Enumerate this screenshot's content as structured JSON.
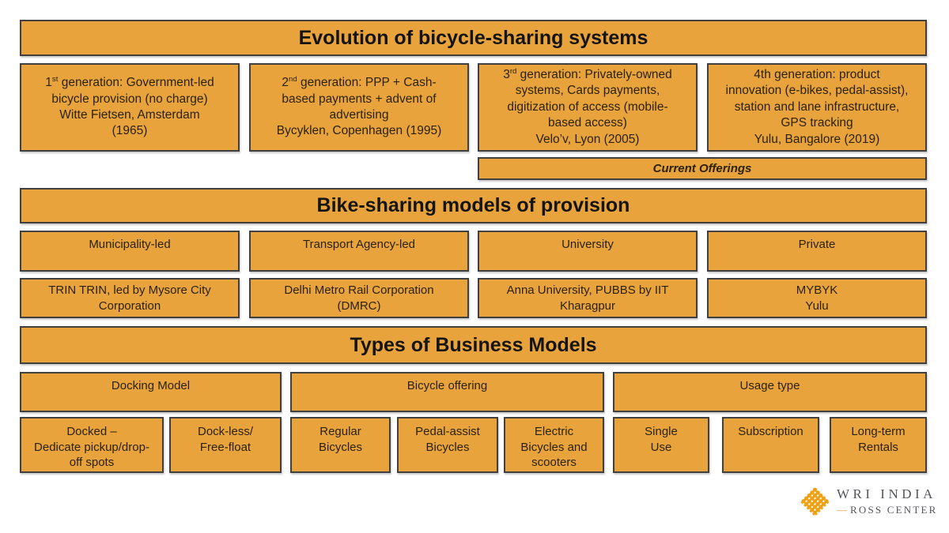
{
  "colors": {
    "background": "#ffffff",
    "box_fill": "#E8A33C",
    "box_border": "#404040",
    "text": "#2b2209",
    "header_text": "#141414",
    "logo_gray": "#54565A",
    "logo_gold": "#F5A623",
    "logo_gold_dark": "#ECA114",
    "logo_dash": "#D7913B"
  },
  "evolution": {
    "title": "Evolution of bicycle-sharing systems",
    "generations": [
      {
        "num": "1",
        "sup": "st",
        "line1": " generation: Government-led",
        "rest": "bicycle provision (no charge)\nWitte Fietsen, Amsterdam\n(1965)"
      },
      {
        "num": "2",
        "sup": "nd",
        "line1": " generation: PPP + Cash-",
        "rest": "based payments + advent of\nadvertising\nBycyklen, Copenhagen (1995)"
      },
      {
        "num": "3",
        "sup": "rd",
        "line1": " generation: Privately-owned",
        "rest": "systems, Cards payments,\ndigitization of access (mobile-\nbased access)\nVelo’v, Lyon (2005)"
      },
      {
        "num": "4th",
        "sup": "",
        "line1": " generation: product",
        "rest": "innovation (e-bikes, pedal-assist),\nstation and lane infrastructure,\nGPS tracking\nYulu, Bangalore (2019)"
      }
    ],
    "current_offerings": "Current Offerings"
  },
  "models": {
    "title": "Bike-sharing models of provision",
    "columns": [
      {
        "label": "Municipality-led",
        "example": "TRIN TRIN, led by Mysore City\nCorporation"
      },
      {
        "label": "Transport Agency-led",
        "example": "Delhi Metro Rail Corporation\n(DMRC)"
      },
      {
        "label": "University",
        "example": "Anna University, PUBBS by IIT\nKharagpur"
      },
      {
        "label": "Private",
        "example": "MYBYK\nYulu"
      }
    ]
  },
  "business": {
    "title": "Types of Business Models",
    "groups": [
      {
        "label": "Docking Model",
        "items": [
          "Docked –\nDedicate pickup/drop-\noff spots",
          "Dock-less/\nFree-float"
        ]
      },
      {
        "label": "Bicycle offering",
        "items": [
          "Regular\nBicycles",
          "Pedal-assist\nBicycles",
          "Electric\nBicycles and\nscooters"
        ]
      },
      {
        "label": "Usage type",
        "items": [
          "Single\nUse",
          "Subscription",
          "Long-term\nRentals"
        ]
      }
    ]
  },
  "logo": {
    "org": "WRI INDIA",
    "dash": "—",
    "sub": "ROSS CENTER"
  }
}
